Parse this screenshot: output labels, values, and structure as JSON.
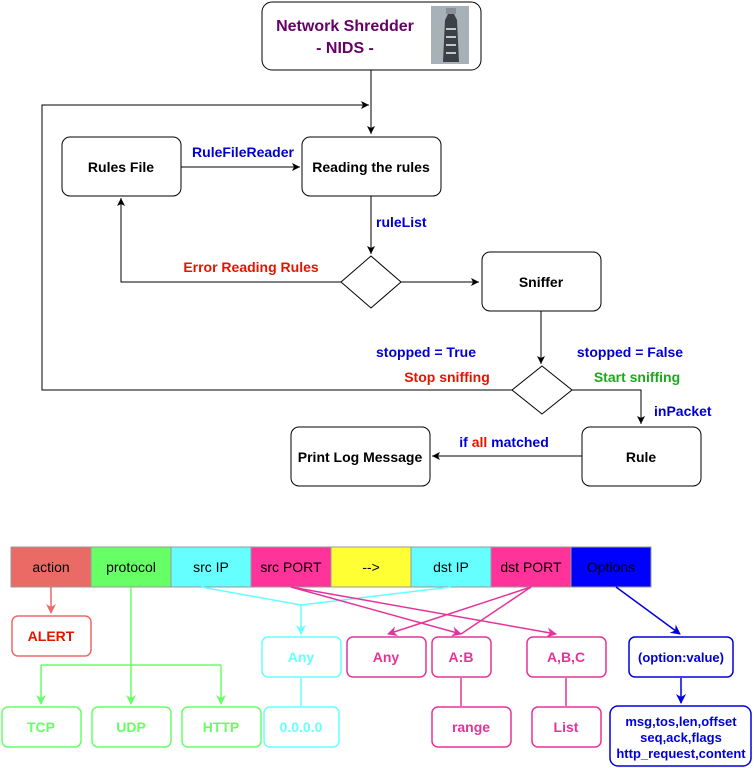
{
  "title": {
    "line1": "Network Shredder",
    "line2": "- NIDS -",
    "color": "#660066"
  },
  "nodes": {
    "rules_file": "Rules File",
    "reading_rules": "Reading the rules",
    "sniffer": "Sniffer",
    "print_log": "Print Log Message",
    "rule": "Rule"
  },
  "edges": {
    "rule_file_reader": "RuleFileReader",
    "rule_list": "ruleList",
    "error_reading": "Error Reading Rules",
    "stopped_true": "stopped = True",
    "stop_sniffing": "Stop sniffing",
    "stopped_false": "stopped = False",
    "start_sniffing": "Start sniffing",
    "in_packet": "inPacket",
    "if_part1": "if ",
    "if_all": "all",
    "if_part2": " matched"
  },
  "rule_header": [
    {
      "label": "action",
      "fill": "#ea6b66",
      "text": "#000000"
    },
    {
      "label": "protocol",
      "fill": "#66ff66",
      "text": "#000000"
    },
    {
      "label": "src IP",
      "fill": "#66ffff",
      "text": "#000000"
    },
    {
      "label": "src PORT",
      "fill": "#ff3399",
      "text": "#000000"
    },
    {
      "label": "-->",
      "fill": "#ffff33",
      "text": "#000000"
    },
    {
      "label": "dst IP",
      "fill": "#66ffff",
      "text": "#000000"
    },
    {
      "label": "dst PORT",
      "fill": "#ff3399",
      "text": "#000000"
    },
    {
      "label": "Options",
      "fill": "#0000ff",
      "text": "#000000"
    }
  ],
  "values": {
    "alert": "ALERT",
    "tcp": "TCP",
    "udp": "UDP",
    "http": "HTTP",
    "ip_any": "Any",
    "ip_default": "0.0.0.0",
    "port_any": "Any",
    "port_ab": "A:B",
    "port_range": "range",
    "port_abc": "A,B,C",
    "port_list": "List",
    "option_value": "(option:value)",
    "options_list": [
      "msg,tos,len,offset",
      "seq,ack,flags",
      "http_request,content"
    ]
  },
  "colors": {
    "blue_text": "#0000cc",
    "red_text": "#e51400",
    "green_text": "#1aaa1a",
    "alert": "#ea6b66",
    "protocol": "#66ff66",
    "ip": "#66ffff",
    "port": "#e63399",
    "options": "#0000dd"
  }
}
